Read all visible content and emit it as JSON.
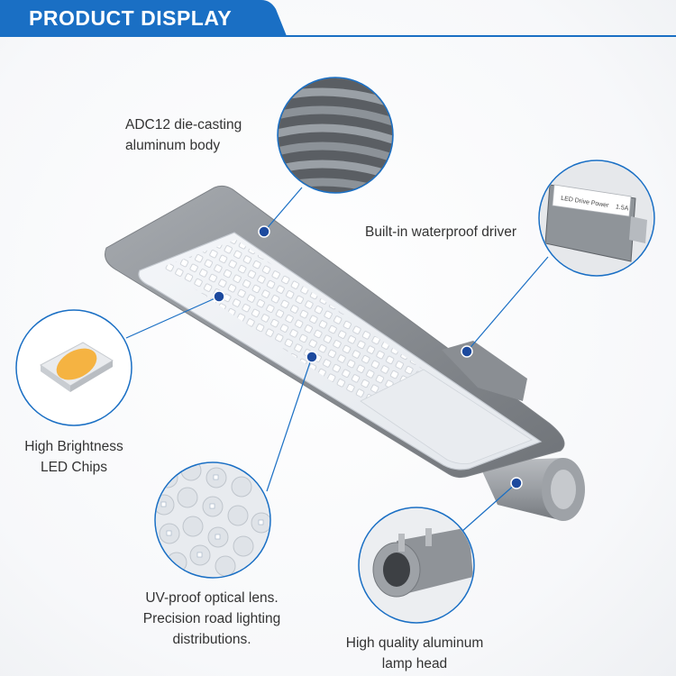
{
  "header": {
    "title": "PRODUCT DISPLAY",
    "color": "#1a6fc4"
  },
  "labels": {
    "body": [
      "ADC12 die-casting",
      "aluminum body"
    ],
    "driver": [
      "Built-in waterproof driver"
    ],
    "chip": [
      "High Brightness",
      "LED Chips"
    ],
    "lens": [
      "UV-proof optical lens.",
      "Precision road lighting",
      "distributions."
    ],
    "head": [
      "High quality aluminum",
      "lamp head"
    ]
  },
  "driver_print": {
    "text1": "LED Drive Power",
    "text2": "1.5A"
  },
  "colors": {
    "accent": "#1a6fc4",
    "dot": "#1d4a9e",
    "housing": "#8d9196",
    "led": "#ffffff",
    "chip_glow": "#f5b342"
  }
}
